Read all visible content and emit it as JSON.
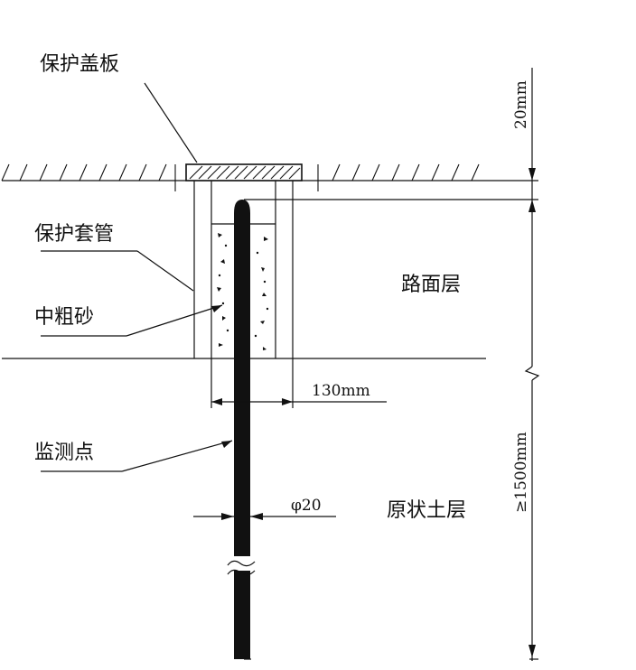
{
  "labels": {
    "cover_plate": "保护盖板",
    "sleeve": "保护套管",
    "sand": "中粗砂",
    "monitor_point": "监测点",
    "pavement_layer": "路面层",
    "native_soil": "原状土层"
  },
  "dimensions": {
    "cover_thickness": "20mm",
    "sleeve_width": "130mm",
    "rod_diameter": "φ20",
    "depth": "≥1500mm"
  }
}
